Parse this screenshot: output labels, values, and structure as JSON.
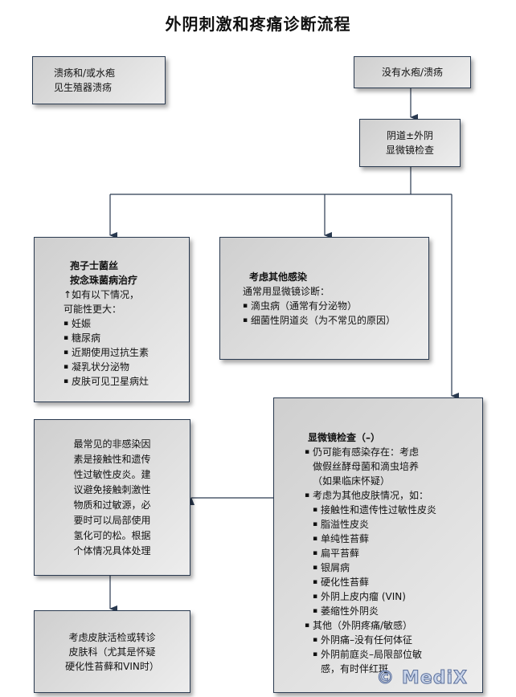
{
  "title": "外阴刺激和疼痛诊断流程",
  "box_ulcer": "溃疡和/或水疱\n见生殖器溃疡",
  "box_no_ulcer": "没有水疱/溃疡",
  "box_microscopy": "阴道±外阴\n显微镜检查",
  "box_candida": {
    "heading1": "孢子士菌丝",
    "heading2": "按念珠菌病治疗",
    "intro": "↑如有以下情况，\n  可能性更大：",
    "items": [
      "妊娠",
      "糖尿病",
      "近期使用过抗生素",
      "凝乳状分泌物",
      "皮肤可见卫星病灶"
    ]
  },
  "box_other_infection": {
    "heading": "考虑其他感染",
    "intro": "通常用显微镜诊断：",
    "items": [
      "滴虫病（通常有分泌物）",
      "细菌性阴道炎（为不常见的原因）"
    ]
  },
  "box_negative": {
    "heading": "显微镜检查（–）",
    "item1": "仍可能有感染存在：考虑\n做假丝酵母菌和滴虫培养\n（如果临床怀疑）",
    "item2": "考虑为其他皮肤情况，如：",
    "item2_sub": [
      "接触性和遗传性过敏性皮炎",
      "脂溢性皮炎",
      "单纯性苔藓",
      "扁平苔藓",
      "银屑病",
      "硬化性苔藓",
      "外阴上皮内瘤 (VIN)",
      "萎缩性外阴炎"
    ],
    "item3": "其他（外阴疼痛/敏感）",
    "item3_sub": [
      "外阴痛–没有任何体征",
      "外阴前庭炎–局限部位敏\n感，有时伴红斑"
    ]
  },
  "box_noninfective": "最常见的非感染因\n素是接触性和遗传\n性过敏性皮炎。建\n议避免接触刺激性\n物质和过敏源，必\n要时可以局部使用\n氢化可的松。根据\n个体情况具体处理",
  "box_biopsy": "考虑皮肤活检或转诊\n皮肤科（尤其是怀疑\n硬化性苔藓和VIN时）",
  "watermark": "© MediX"
}
